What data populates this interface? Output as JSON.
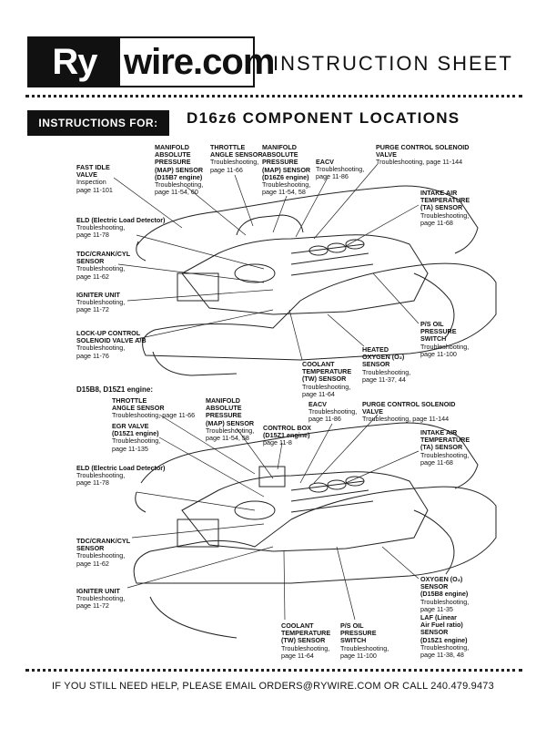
{
  "logo": {
    "part1": "Ry",
    "part2": "wire.com"
  },
  "title": "INSTRUCTION SHEET",
  "instructions_label": "INSTRUCTIONS FOR:",
  "heading": "D16z6 COMPONENT LOCATIONS",
  "section2_label": "D15B8, D15Z1 engine:",
  "footer": "IF YOU STILL NEED HELP, PLEASE EMAIL ORDERS@RYWIRE.COM OR CALL 240.479.9473",
  "top": {
    "fast_idle": {
      "name": "FAST IDLE\nVALVE",
      "desc": "Inspection\npage 11-101"
    },
    "map": {
      "name": "MANIFOLD\nABSOLUTE\nPRESSURE\n(MAP) SENSOR\n(D15B7 engine)",
      "desc": "Troubleshooting,\npage 11-54, 60"
    },
    "throttle": {
      "name": "THROTTLE\nANGLE SENSOR",
      "desc": "Troubleshooting,\npage 11-66"
    },
    "map2": {
      "name": "MANIFOLD\nABSOLUTE\nPRESSURE\n(MAP) SENSOR\n(D16Z6 engine)",
      "desc": "Troubleshooting,\npage 11-54, 58"
    },
    "eacv": {
      "name": "EACV",
      "desc": "Troubleshooting,\npage 11-86"
    },
    "purge": {
      "name": "PURGE CONTROL SOLENOID\nVALVE",
      "desc": "Troubleshooting, page 11-144"
    },
    "intake": {
      "name": "INTAKE AIR\nTEMPERATURE\n(TA) SENSOR",
      "desc": "Troubleshooting,\npage 11-68"
    },
    "eld": {
      "name": "ELD (Electric Load Detector)",
      "desc": "Troubleshooting,\npage 11-78"
    },
    "tdc": {
      "name": "TDC/CRANK/CYL\nSENSOR",
      "desc": "Troubleshooting,\npage 11-62"
    },
    "igniter": {
      "name": "IGNITER UNIT",
      "desc": "Troubleshooting,\npage 11-72"
    },
    "lockup": {
      "name": "LOCK-UP CONTROL\nSOLENOID VALVE A/B",
      "desc": "Troubleshooting,\npage 11-76"
    },
    "ps_oil": {
      "name": "P/S OIL\nPRESSURE\nSWITCH",
      "desc": "Troubleshooting,\npage 11-100"
    },
    "heated": {
      "name": "HEATED\nOXYGEN (O₂)\nSENSOR",
      "desc": "Troubleshooting,\npage 11-37, 44"
    },
    "coolant": {
      "name": "COOLANT\nTEMPERATURE\n(TW) SENSOR",
      "desc": "Troubleshooting,\npage 11-64"
    }
  },
  "bottom": {
    "throttle": {
      "name": "THROTTLE\nANGLE SENSOR",
      "desc": "Troubleshooting, page 11-66"
    },
    "map": {
      "name": "MANIFOLD\nABSOLUTE\nPRESSURE\n(MAP) SENSOR",
      "desc": "Troubleshooting,\npage 11-54, 58"
    },
    "eacv": {
      "name": "EACV",
      "desc": "Troubleshooting,\npage 11-86"
    },
    "purge": {
      "name": "PURGE CONTROL SOLENOID\nVALVE",
      "desc": "Troubleshooting, page 11-144"
    },
    "egr": {
      "name": "EGR VALVE\n(D15Z1 engine)",
      "desc": "Troubleshooting,\npage 11-135"
    },
    "control_box": {
      "name": "CONTROL BOX\n(D15Z1 engine)",
      "desc": "page 11-8"
    },
    "intake": {
      "name": "INTAKE AIR\nTEMPERATURE\n(TA) SENSOR",
      "desc": "Troubleshooting,\npage 11-68"
    },
    "eld": {
      "name": "ELD (Electric Load Detector)",
      "desc": "Troubleshooting,\npage 11-78"
    },
    "tdc": {
      "name": "TDC/CRANK/CYL\nSENSOR",
      "desc": "Troubleshooting,\npage 11-62"
    },
    "igniter": {
      "name": "IGNITER UNIT",
      "desc": "Troubleshooting,\npage 11-72"
    },
    "coolant": {
      "name": "COOLANT\nTEMPERATURE\n(TW) SENSOR",
      "desc": "Troubleshooting,\npage 11-64"
    },
    "ps_oil": {
      "name": "P/S OIL\nPRESSURE\nSWITCH",
      "desc": "Troubleshooting,\npage 11-100"
    },
    "oxygen": {
      "name": "OXYGEN (O₂)\nSENSOR\n(D15B8 engine)",
      "desc": "Troubleshooting,\npage 11-35"
    },
    "laf": {
      "name": "LAF (Linear\nAir Fuel ratio)\nSENSOR\n(D15Z1 engine)",
      "desc": "Troubleshooting,\npage 11-38, 48"
    }
  }
}
